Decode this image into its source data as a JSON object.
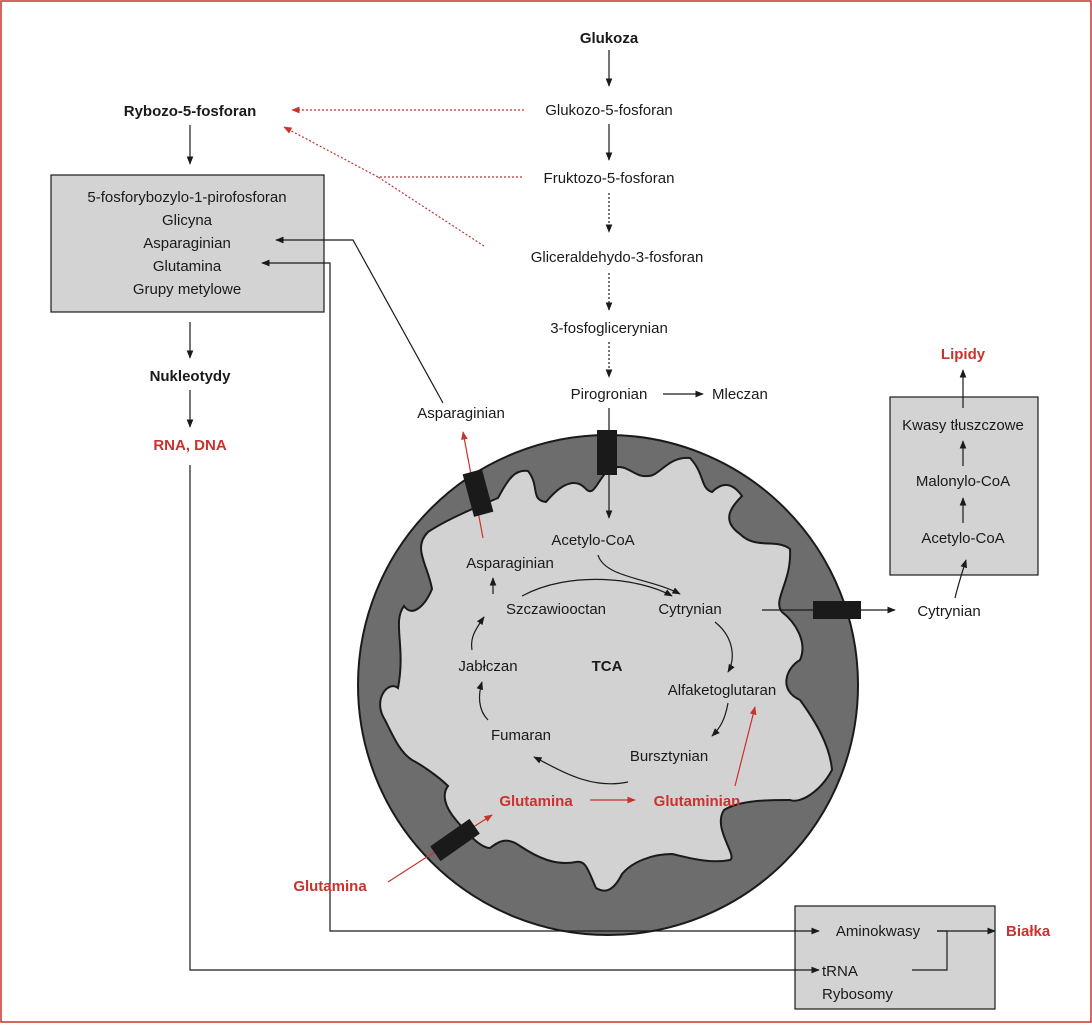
{
  "colors": {
    "frame": "#c8332d",
    "accent_red": "#c8332d",
    "mitochondrion_outer": "#6d6d6d",
    "mitochondrion_inner": "#d2d2d2",
    "box_fill": "#d3d3d3",
    "transporter": "#1a1a1a"
  },
  "glycolysis": {
    "glucose": "Glukoza",
    "g6p": "Glukozo-5-fosforan",
    "f6p": "Fruktozo-5-fosforan",
    "g3p": "Gliceraldehydo-3-fosforan",
    "pg3": "3-fosfoglicerynian",
    "pyruvate": "Pirogronian",
    "lactate": "Mleczan"
  },
  "nucleotide_path": {
    "ribose": "Rybozo-5-fosforan",
    "box_items": [
      "5-fosforybozylo-1-pirofosforan",
      "Glicyna",
      "Asparaginian",
      "Glutamina",
      "Grupy metylowe"
    ],
    "nucleotides": "Nukleotydy",
    "nucleic_acids": "RNA, DNA"
  },
  "mitochondrion": {
    "aspartate_out": "Asparaginian",
    "acetyl_coa": "Acetylo-CoA",
    "aspartate_in": "Asparaginian",
    "oxaloacetate": "Szczawiooctan",
    "citrate": "Cytrynian",
    "malate": "Jabłczan",
    "tca": "TCA",
    "akg": "Alfaketoglutaran",
    "fumarate": "Fumaran",
    "succinate": "Bursztynian",
    "glutamine_in": "Glutamina",
    "glutamate": "Glutaminian",
    "glutamine_ext": "Glutamina",
    "citrate_out": "Cytrynian"
  },
  "lipid_path": {
    "lipids": "Lipidy",
    "box_items": [
      "Kwasy tłuszczowe",
      "Malonylo-CoA",
      "Acetylo-CoA"
    ]
  },
  "protein_path": {
    "box_items": [
      "Aminokwasy",
      "tRNA",
      "Rybosomy"
    ],
    "proteins": "Białka"
  }
}
